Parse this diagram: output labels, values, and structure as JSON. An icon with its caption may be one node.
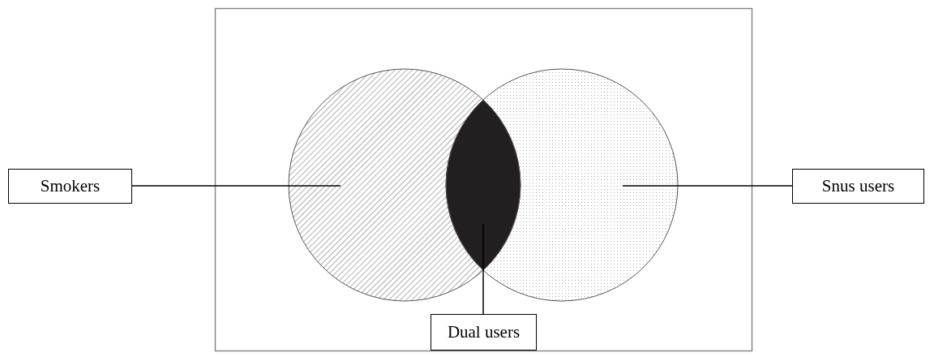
{
  "diagram": {
    "nodes": [
      {
        "text": [],
        "shape": "circle"
      },
      {
        "text": [],
        "shape": "circle"
      },
      {
        "text": [],
        "shape": "lens"
      },
      {
        "text": [
          "Smokers"
        ]
      },
      {
        "text": [
          "Snus users"
        ]
      },
      {
        "text": [
          "Dual users"
        ]
      }
    ],
    "edges": [
      {
        "from": 3,
        "to": 0,
        "arrow": "none"
      },
      {
        "from": 4,
        "to": 1,
        "arrow": "none"
      },
      {
        "from": 5,
        "to": 2,
        "arrow": "none"
      }
    ]
  }
}
